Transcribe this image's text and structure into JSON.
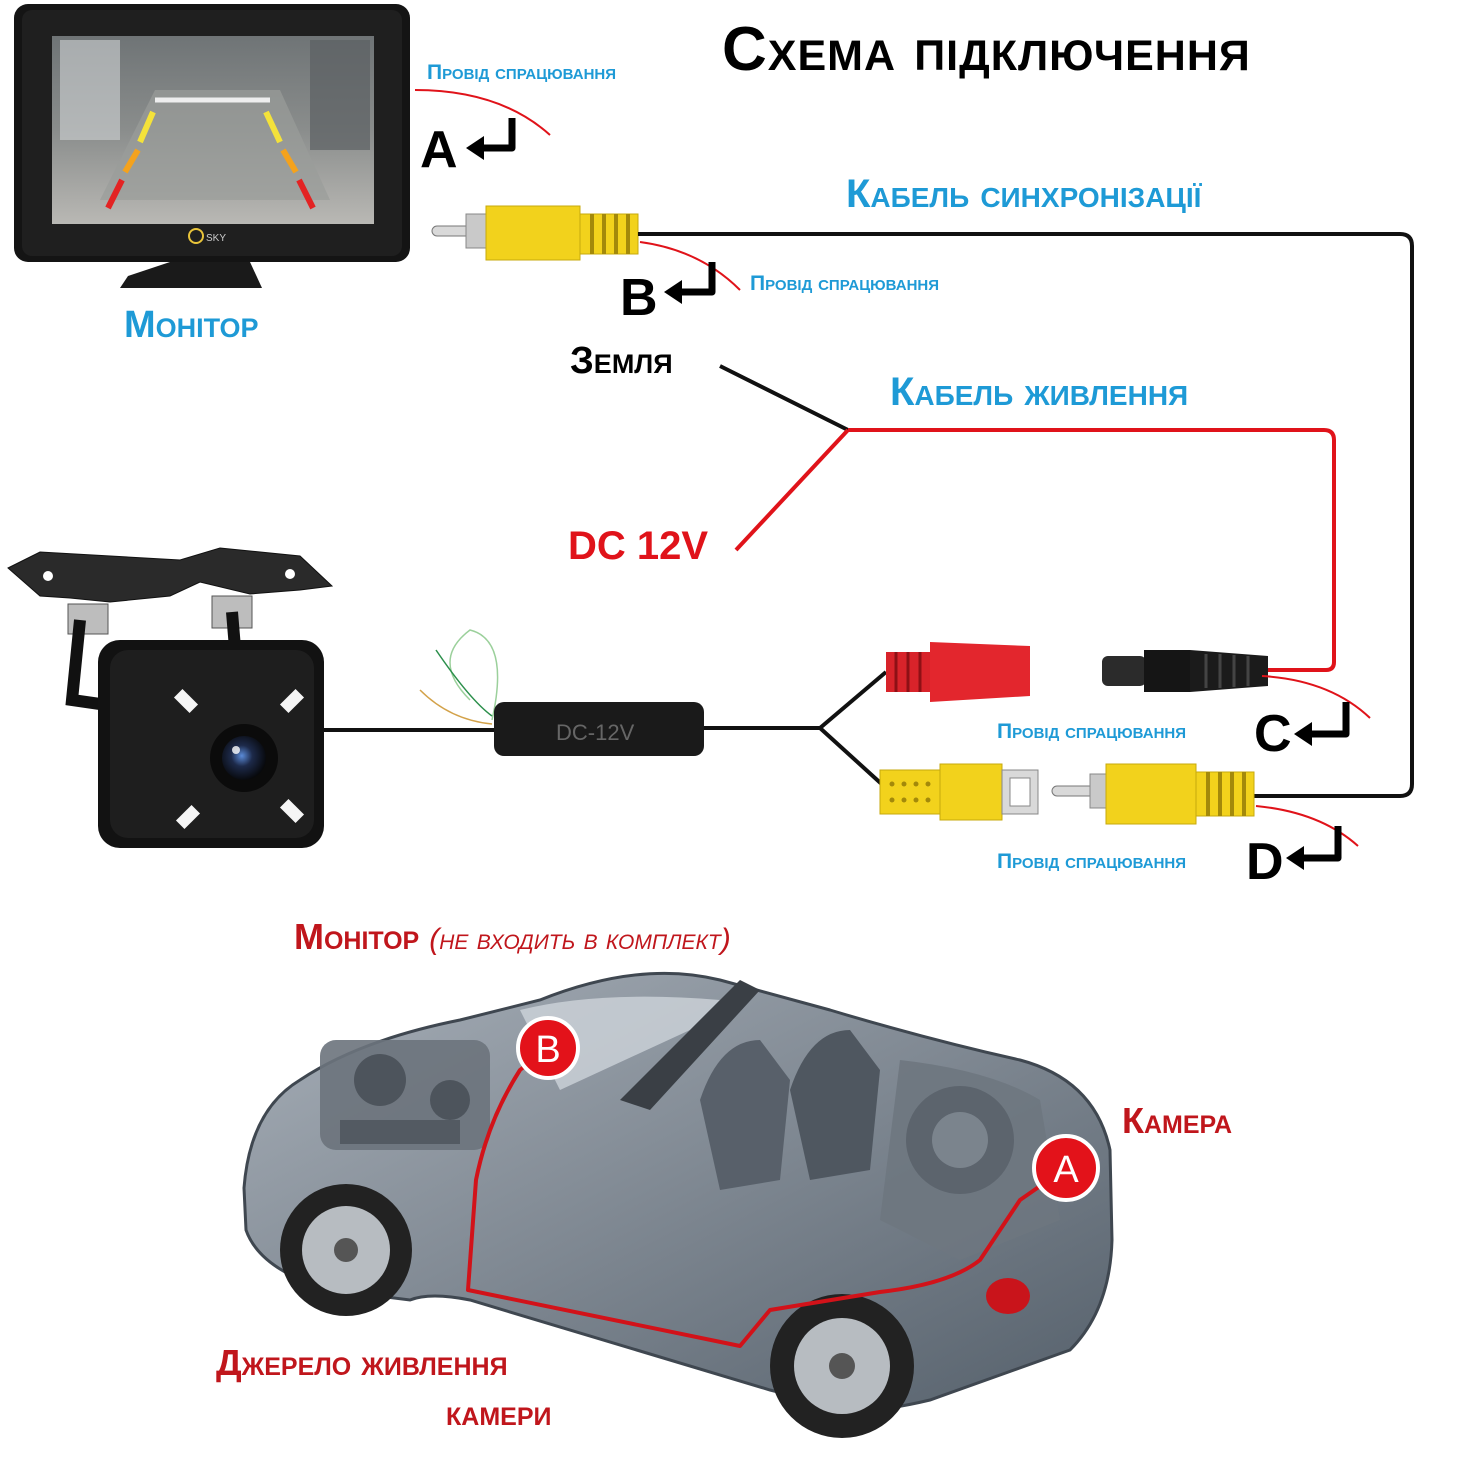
{
  "title": "Схема підключення",
  "labels": {
    "monitor": "Монітор",
    "trigger_wire_a": "Провід спрацювання",
    "trigger_wire_b": "Провід спрацювання",
    "trigger_wire_c": "Провід спрацювання",
    "trigger_wire_d": "Провід спрацювання",
    "sync_cable": "Кабель синхронізації",
    "power_cable": "Кабель живлення",
    "ground": "Земля",
    "dc": "DC 12V",
    "inline_box": "DC-12V",
    "brand": "SKY"
  },
  "points": {
    "a": "A",
    "b": "B",
    "c": "C",
    "d": "D"
  },
  "car": {
    "monitor_title": "Монітор",
    "monitor_note": "(не входить в комплект)",
    "camera": "Камера",
    "power_source_line1": "Джерело живлення",
    "power_source_line2": "камери",
    "marker_a": "A",
    "marker_b": "B"
  },
  "colors": {
    "blue": "#1e9ad6",
    "red": "#e0131a",
    "yellow": "#f2d21c",
    "black": "#111111"
  }
}
